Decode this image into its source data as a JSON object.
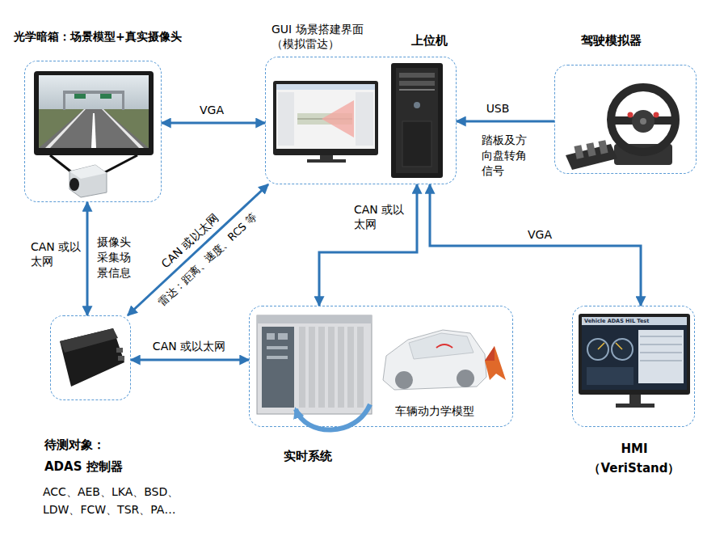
{
  "diagram": {
    "nodes": [
      {
        "text": [
          "光学暗箱：场景模型+真实摄像头"
        ]
      },
      {
        "text": [
          "GUI 场景搭建界面（模拟雷达）",
          "上位机"
        ]
      },
      {
        "text": [
          "驾驶模拟器"
        ]
      },
      {
        "text": [
          "待测对象： ADAS 控制器",
          "ACC、AEB、LKA、BSD、 LDW、FCW、TSR、PA…"
        ]
      },
      {
        "text": [
          "实时系统",
          "车辆动力学模型"
        ]
      },
      {
        "text": [
          "HMI （VeriStand）"
        ]
      }
    ],
    "edges": [
      {
        "from": 0,
        "to": 1,
        "label": "VGA",
        "arrow": "both"
      },
      {
        "from": 2,
        "to": 1,
        "label": "USB",
        "arrow": "to"
      },
      {
        "from": 0,
        "to": 3,
        "label": "CAN 或以太网",
        "arrow": "both"
      },
      {
        "from": 1,
        "to": 3,
        "label": "CAN 或以太网",
        "arrow": "both"
      },
      {
        "from": 3,
        "to": 4,
        "label": "CAN 或以太网",
        "arrow": "both"
      },
      {
        "from": 1,
        "to": 4,
        "label": "CAN 或以太网",
        "arrow": "both"
      },
      {
        "from": 1,
        "to": 5,
        "label": "VGA",
        "arrow": "both"
      }
    ],
    "labels": [
      "踏板及方向盘转角信号",
      "摄像头采集场景信息",
      "雷达：距离、速度、RCS 等",
      "Vehicle ADAS HIL Test"
    ]
  }
}
